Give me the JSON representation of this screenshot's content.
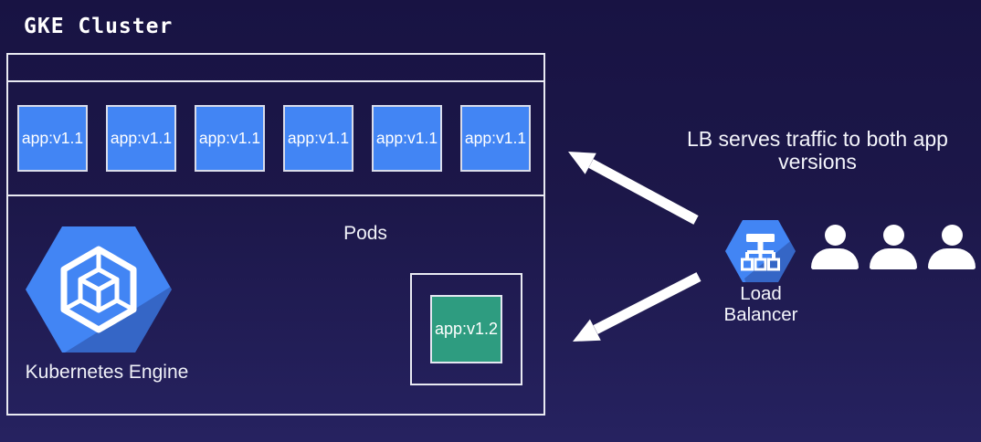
{
  "page": {
    "title": "GKE Cluster"
  },
  "cluster": {
    "pods_label": "Pods",
    "v1_pods": [
      "app:v1.1",
      "app:v1.1",
      "app:v1.1",
      "app:v1.1",
      "app:v1.1",
      "app:v1.1"
    ],
    "v2_pod": "app:v1.2",
    "gke_label": "Kubernetes Engine"
  },
  "right": {
    "annotation": "LB serves traffic to both app versions",
    "lb_label_line1": "Load",
    "lb_label_line2": "Balancer",
    "user_count": 3
  },
  "icons": {
    "gke": "kubernetes-engine-hexagon-icon",
    "load_balancer": "load-balancer-hexagon-icon",
    "users": "user-icon",
    "arrows": [
      "arrow-to-v1-pods",
      "arrow-to-v2-pod"
    ]
  },
  "colors": {
    "background_top": "#181343",
    "background_bottom": "#262260",
    "pod_blue": "#4285f4",
    "pod_green": "#2e9c80",
    "hexagon_blue": "#4285f4",
    "border_light": "#e9eaf2",
    "arrow": "#ffffff",
    "text": "#f2f3fa"
  }
}
